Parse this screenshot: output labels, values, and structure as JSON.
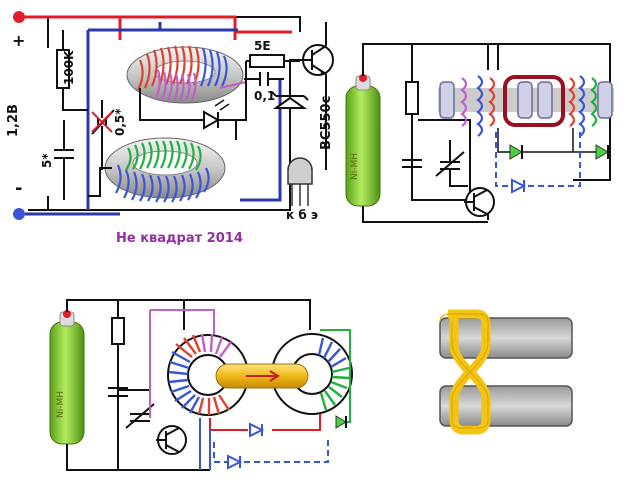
{
  "labels": {
    "plus": "+",
    "minus": "-",
    "r1": "100K",
    "voltage": "1,2B",
    "c1": "5*",
    "c2": "0,5*",
    "r_base": "5E",
    "c3": "0,1",
    "transistor": "BC550c",
    "pins": "к б э",
    "caption": "Не квадрат 2014",
    "battery": "Ni-MH"
  },
  "colors": {
    "supply_red": "#e01e2a",
    "return_blue": "#2a3aa8",
    "coil_red": "#e04030",
    "coil_blue": "#3a55d8",
    "coil_purple": "#c060c8",
    "coil_green": "#20b040",
    "caption_purple": "#9030a0",
    "bar_gray": "#cccccc",
    "loop_darkred": "#9a1020",
    "led_green": "#4ad040",
    "battery_green": "#9adc4a",
    "rod_gold": "#f0c020",
    "loop_gold": "#f4c414"
  }
}
